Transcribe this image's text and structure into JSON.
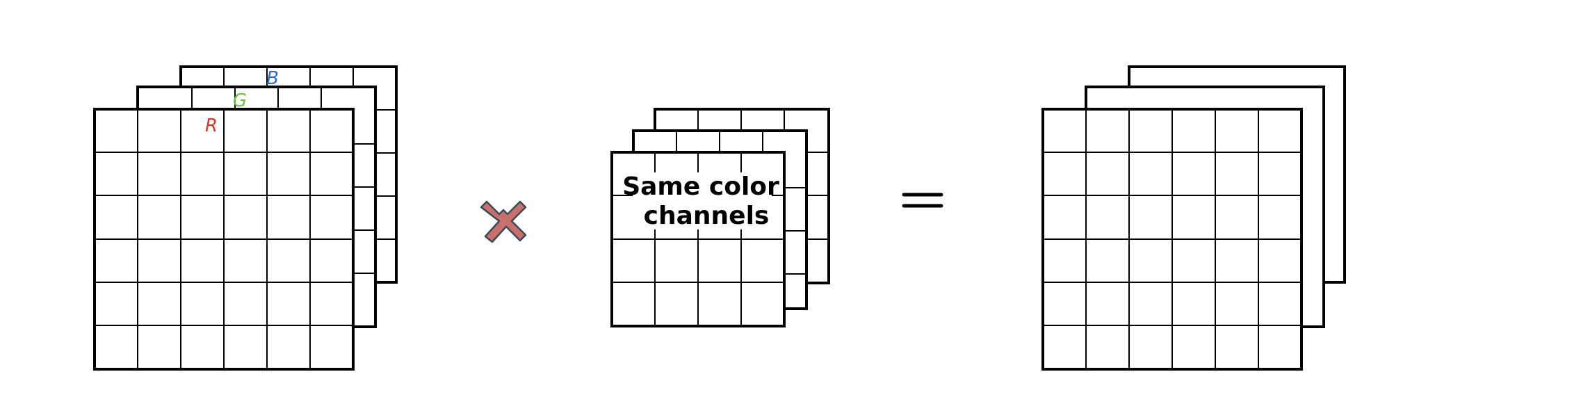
{
  "input_labels": {
    "red": "R",
    "green": "G",
    "blue": "B"
  },
  "kernel_label": {
    "line1": "Same color",
    "line2": "channels"
  },
  "operators": {
    "multiply": "multiply-cross-icon",
    "equals": "="
  },
  "colors": {
    "grid_line": "#000000",
    "red_label": "#d23a2c",
    "green_label": "#6cbf4a",
    "blue_label": "#3566d8",
    "cross_fill": "#c8706b",
    "cross_stroke": "#3a4a5a"
  }
}
